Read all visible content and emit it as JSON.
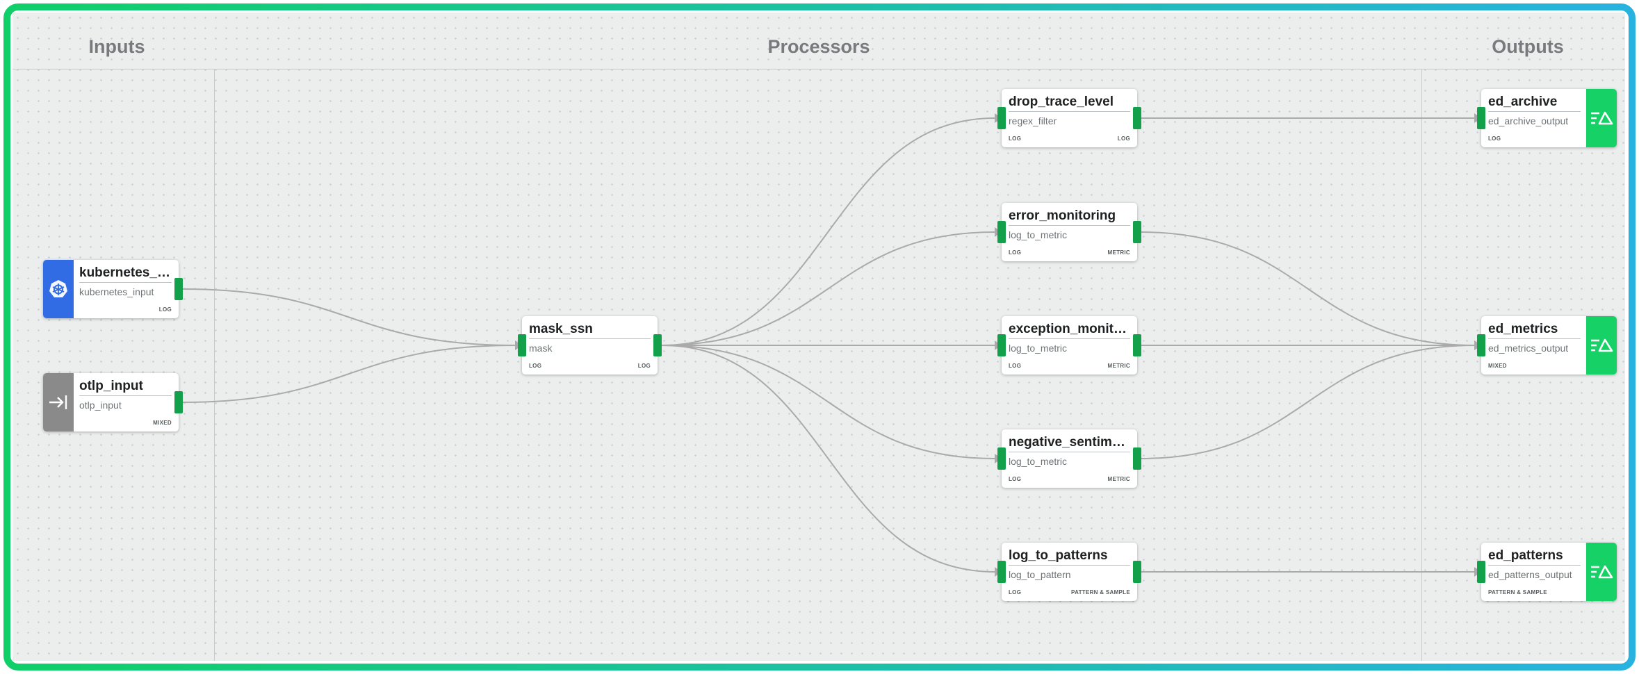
{
  "colors": {
    "frame_gradient_start": "#10cf68",
    "frame_gradient_end": "#28b2df",
    "port": "#12a04a",
    "edge": "#aaaaaa",
    "kubernetes_badge": "#326ce5",
    "otlp_badge": "#8a8a8a",
    "output_badge": "#16d166"
  },
  "lanes": {
    "inputs": "Inputs",
    "processors": "Processors",
    "outputs": "Outputs"
  },
  "nodes": {
    "kubernetes_input": {
      "title": "kubernetes_l...",
      "subtitle": "kubernetes_input",
      "out_type": "LOG",
      "icon": "kubernetes-icon"
    },
    "otlp_input": {
      "title": "otlp_input",
      "subtitle": "otlp_input",
      "out_type": "MIXED",
      "icon": "arrow-into-bar-icon"
    },
    "mask_ssn": {
      "title": "mask_ssn",
      "subtitle": "mask",
      "in_type": "LOG",
      "out_type": "LOG"
    },
    "drop_trace_level": {
      "title": "drop_trace_level",
      "subtitle": "regex_filter",
      "in_type": "LOG",
      "out_type": "LOG"
    },
    "error_monitoring": {
      "title": "error_monitoring",
      "subtitle": "log_to_metric",
      "in_type": "LOG",
      "out_type": "METRIC"
    },
    "exception_monitoring": {
      "title": "exception_monito...",
      "subtitle": "log_to_metric",
      "in_type": "LOG",
      "out_type": "METRIC"
    },
    "negative_sentiment": {
      "title": "negative_sentime...",
      "subtitle": "log_to_metric",
      "in_type": "LOG",
      "out_type": "METRIC"
    },
    "log_to_patterns": {
      "title": "log_to_patterns",
      "subtitle": "log_to_pattern",
      "in_type": "LOG",
      "out_type": "PATTERN & SAMPLE"
    },
    "ed_archive": {
      "title": "ed_archive",
      "subtitle": "ed_archive_output",
      "in_type": "LOG",
      "icon": "edge-delta-icon"
    },
    "ed_metrics": {
      "title": "ed_metrics",
      "subtitle": "ed_metrics_output",
      "in_type": "MIXED",
      "icon": "edge-delta-icon"
    },
    "ed_patterns": {
      "title": "ed_patterns",
      "subtitle": "ed_patterns_output",
      "in_type": "PATTERN & SAMPLE",
      "icon": "edge-delta-icon"
    }
  },
  "edges": [
    {
      "from": "kubernetes_input",
      "to": "mask_ssn"
    },
    {
      "from": "otlp_input",
      "to": "mask_ssn"
    },
    {
      "from": "mask_ssn",
      "to": "drop_trace_level"
    },
    {
      "from": "mask_ssn",
      "to": "error_monitoring"
    },
    {
      "from": "mask_ssn",
      "to": "exception_monitoring"
    },
    {
      "from": "mask_ssn",
      "to": "negative_sentiment"
    },
    {
      "from": "mask_ssn",
      "to": "log_to_patterns"
    },
    {
      "from": "drop_trace_level",
      "to": "ed_archive"
    },
    {
      "from": "error_monitoring",
      "to": "ed_metrics"
    },
    {
      "from": "exception_monitoring",
      "to": "ed_metrics"
    },
    {
      "from": "negative_sentiment",
      "to": "ed_metrics"
    },
    {
      "from": "log_to_patterns",
      "to": "ed_patterns"
    }
  ]
}
